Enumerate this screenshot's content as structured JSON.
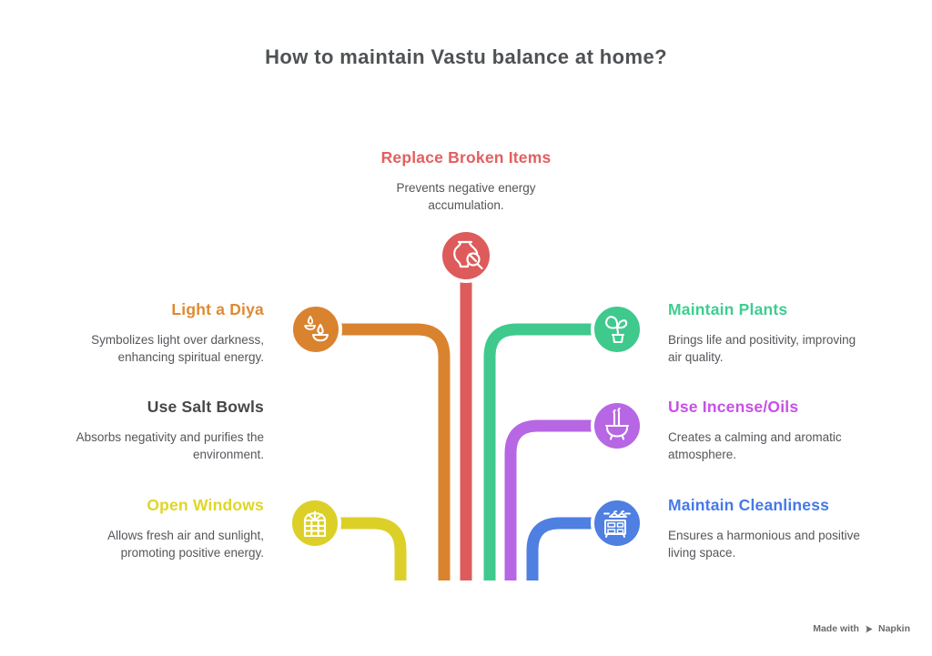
{
  "title": "How to maintain Vastu balance at home?",
  "colors": {
    "title": "#4F5254",
    "description": "#54565A",
    "red": "#DE5B5B",
    "orange": "#D9832F",
    "yellow": "#DCD028",
    "green": "#3FC98D",
    "purple": "#B766E4",
    "blue": "#4E7FE1",
    "white": "#FFFFFF",
    "watermark": "#6B6B6B"
  },
  "nodes": {
    "center": {
      "label": "Replace Broken Items",
      "accent": "#E35F5F",
      "description": "Prevents negative energy\naccumulation.",
      "icon": "broken-vase-repair-icon"
    },
    "left": [
      {
        "label": "Light a Diya",
        "accent": "#DE8A33",
        "description": "Symbolizes light over darkness,\nenhancing spiritual energy.",
        "icon": "diya-lamp-icon"
      },
      {
        "label": "Use Salt Bowls",
        "accent": "#474747",
        "description": "Absorbs negativity and purifies the\nenvironment.",
        "icon": "salt-bowl-icon"
      },
      {
        "label": "Open Windows",
        "accent": "#E0D625",
        "description": "Allows fresh air and sunlight,\npromoting positive energy.",
        "icon": "arched-window-icon"
      }
    ],
    "right": [
      {
        "label": "Maintain Plants",
        "accent": "#3FCD90",
        "description": "Brings life and positivity, improving\nair quality.",
        "icon": "potted-plant-icon"
      },
      {
        "label": "Use Incense/Oils",
        "accent": "#C750E6",
        "description": "Creates a calming and aromatic\natmosphere.",
        "icon": "incense-burner-icon"
      },
      {
        "label": "Maintain Cleanliness",
        "accent": "#4679E8",
        "description": "Ensures a harmonious and positive\nliving space.",
        "icon": "wardrobe-hangers-icon"
      }
    ]
  },
  "watermark": {
    "text": "Made with",
    "brand": "Napkin",
    "icon": "pen-nib-icon"
  }
}
